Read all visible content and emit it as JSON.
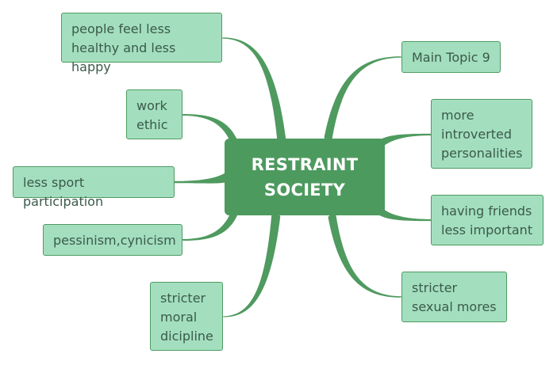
{
  "central": {
    "text": "RESTRAINT\nSOCIETY"
  },
  "left_topics": [
    {
      "id": "healthy",
      "text": "people feel less\nhealthy and less happy"
    },
    {
      "id": "work",
      "text": "work\nethic"
    },
    {
      "id": "sport",
      "text": "less sport participation"
    },
    {
      "id": "pessimism",
      "text": "pessinism,cynicism"
    },
    {
      "id": "moral",
      "text": "stricter\nmoral\ndicipline"
    }
  ],
  "right_topics": [
    {
      "id": "main9",
      "text": "Main Topic 9"
    },
    {
      "id": "introverted",
      "text": "more\nintroverted\npersonalities"
    },
    {
      "id": "friends",
      "text": "having friends\nless important"
    },
    {
      "id": "sexual",
      "text": "stricter\nsexual mores"
    }
  ],
  "colors": {
    "central_fill": "#4d9a5f",
    "topic_fill": "#a3dfbf",
    "topic_border": "#4e9a61",
    "branch": "#4f9a5f",
    "topic_text": "#3b5a4a",
    "central_text": "#ffffff"
  }
}
